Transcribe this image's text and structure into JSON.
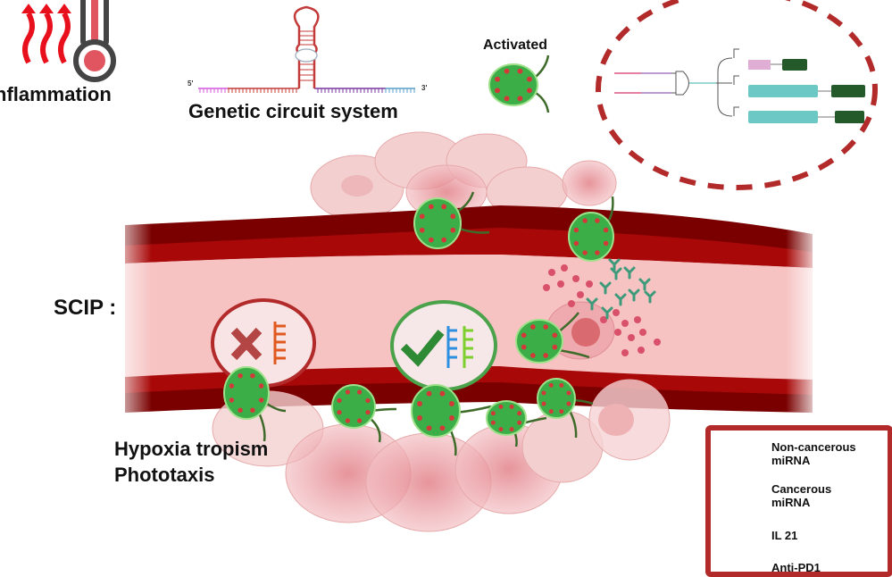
{
  "labels": {
    "inflammation": "nflammation",
    "genetic_circuit": "Genetic circuit system",
    "activated": "Activated",
    "scip": "SCIP :",
    "hypoxia_line1": "Hypoxia tropism",
    "hypoxia_line2": "Phototaxis",
    "five_prime": "5'",
    "three_prime": "3'"
  },
  "legend": {
    "items": [
      {
        "icon": "non-cancerous-mirna-icon",
        "line1": "Non-cancerous",
        "line2": "miRNA"
      },
      {
        "icon": "cancerous-mirna-icon",
        "line1": "Cancerous",
        "line2": "miRNA"
      },
      {
        "icon": "il21-icon",
        "line1": "IL 21",
        "line2": ""
      },
      {
        "icon": "anti-pd1-icon",
        "line1": "Anti-PD1",
        "line2": ""
      }
    ]
  },
  "colors": {
    "vessel_dark": "#7a0000",
    "vessel_mid": "#a80808",
    "lumen": "#f6c2c2",
    "bacteria_green": "#3cae48",
    "bacteria_dot": "#d23a3a",
    "dash_red": "#b22a2a",
    "cancer_blue": "#2d8fe0",
    "cancer_green": "#7ccf2c",
    "teal_block": "#6cc8c4",
    "dark_green_block": "#245a2a",
    "pink_block": "#e0aed4"
  }
}
